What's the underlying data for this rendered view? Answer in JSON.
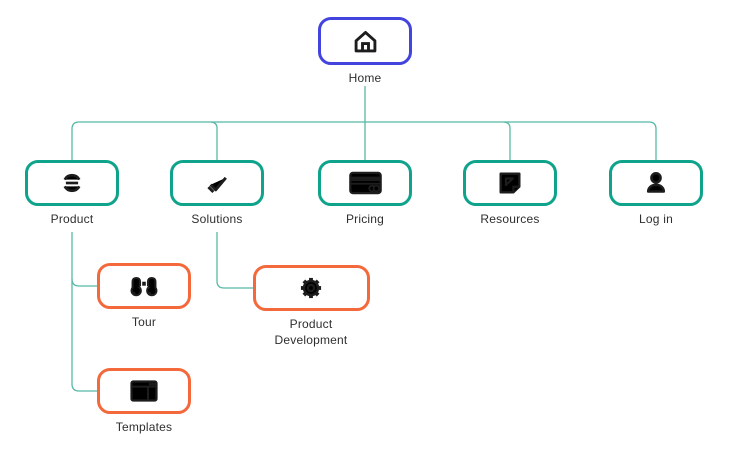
{
  "diagram": {
    "type": "sitemap-tree",
    "colors": {
      "connector": "#56b9a6",
      "home_node_border": "#4343de",
      "level1_node_border": "#0ea38a",
      "level2_node_border": "#f4693c",
      "icon_stroke": "#1d1d1d",
      "label_text": "#2e2e2e",
      "node_fill": "#ffffff"
    },
    "nodes": [
      {
        "id": "home",
        "label": "Home",
        "icon": "home-icon",
        "variant": "blue",
        "level": 0
      },
      {
        "id": "product",
        "label": "Product",
        "icon": "scan-frame-icon",
        "variant": "teal",
        "level": 1
      },
      {
        "id": "solutions",
        "label": "Solutions",
        "icon": "checkmark-icon",
        "variant": "teal",
        "level": 1
      },
      {
        "id": "pricing",
        "label": "Pricing",
        "icon": "credit-card-icon",
        "variant": "teal",
        "level": 1
      },
      {
        "id": "resources",
        "label": "Resources",
        "icon": "note-icon",
        "variant": "teal",
        "level": 1
      },
      {
        "id": "log-in",
        "label": "Log in",
        "icon": "user-icon",
        "variant": "teal",
        "level": 1
      },
      {
        "id": "tour",
        "label": "Tour",
        "icon": "binoculars-icon",
        "variant": "orange",
        "level": 2
      },
      {
        "id": "product-development",
        "label": "Product Development",
        "icon": "gear-icon",
        "variant": "orange",
        "level": 2
      },
      {
        "id": "templates",
        "label": "Templates",
        "icon": "browser-window-icon",
        "variant": "orange",
        "level": 2
      }
    ],
    "edges": [
      {
        "from": "home",
        "to": "product"
      },
      {
        "from": "home",
        "to": "solutions"
      },
      {
        "from": "home",
        "to": "pricing"
      },
      {
        "from": "home",
        "to": "resources"
      },
      {
        "from": "home",
        "to": "log-in"
      },
      {
        "from": "product",
        "to": "tour"
      },
      {
        "from": "product",
        "to": "templates"
      },
      {
        "from": "solutions",
        "to": "product-development"
      }
    ]
  }
}
